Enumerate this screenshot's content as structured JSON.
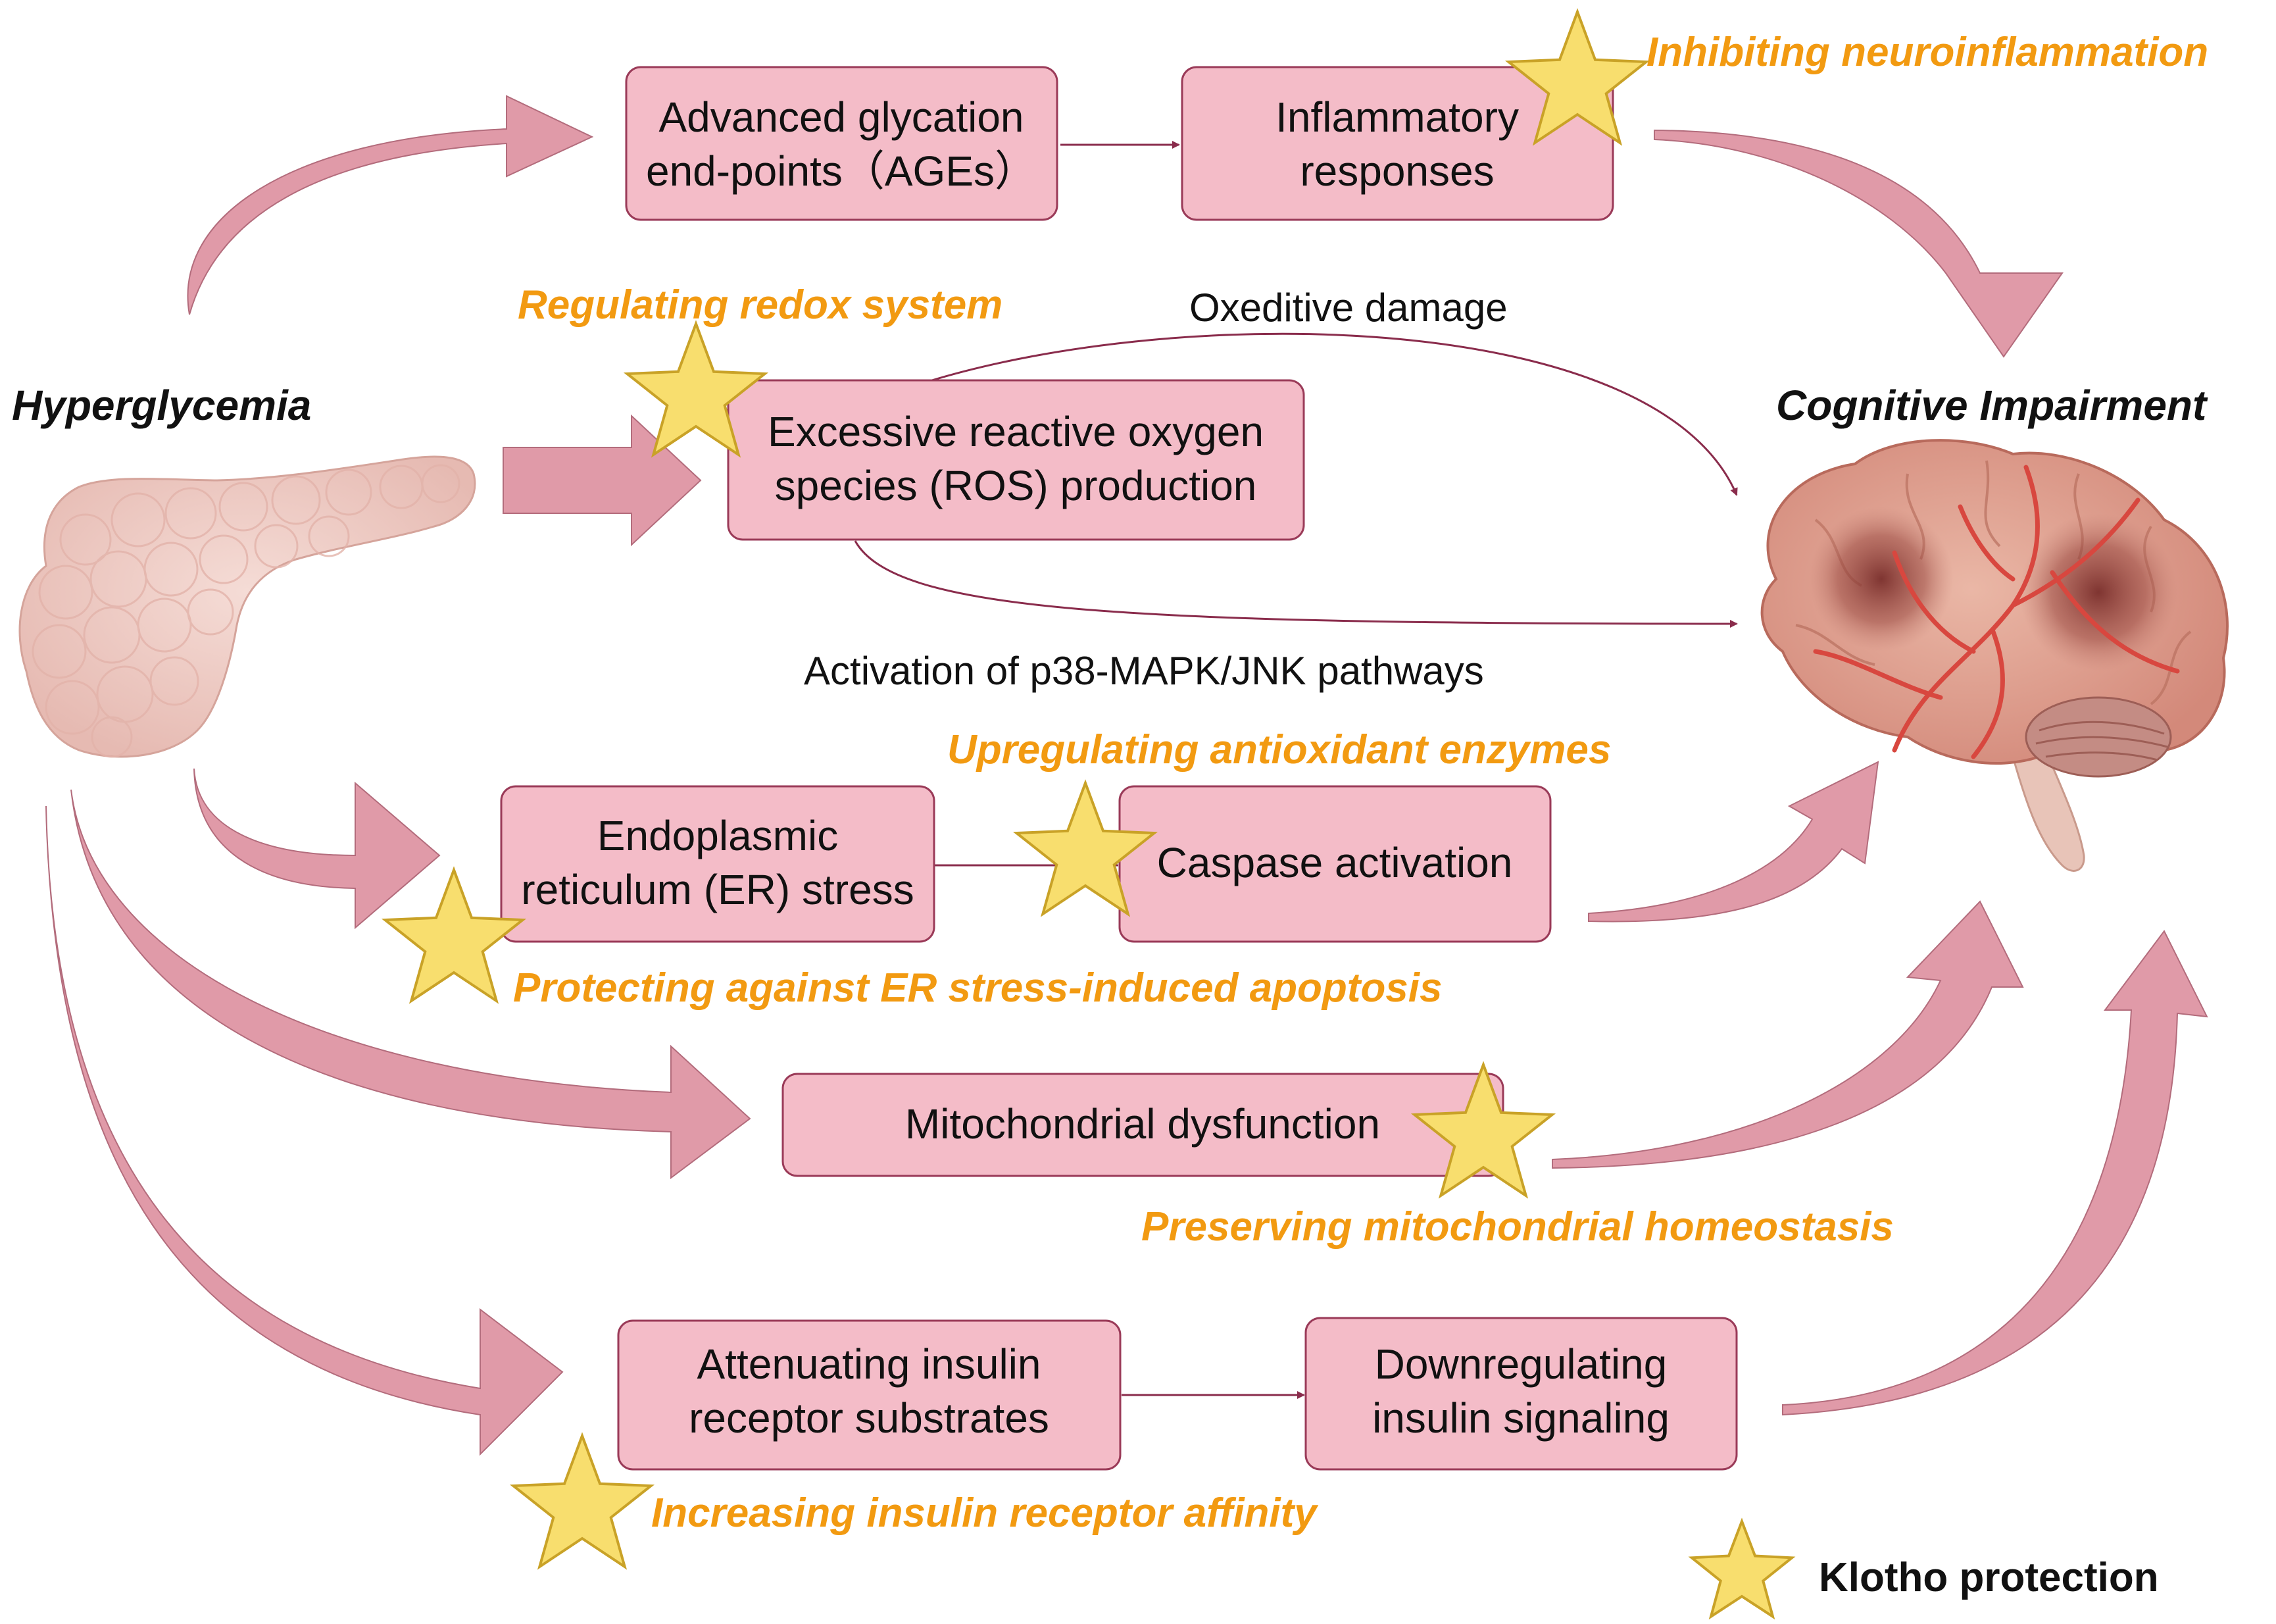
{
  "hyperglycemia_label": "Hyperglycemia",
  "cognitive_label": "Cognitive Impairment",
  "boxes": {
    "ages": [
      "Advanced glycation",
      "end-points（AGEs）"
    ],
    "inflammatory": [
      "Inflammatory",
      "responses"
    ],
    "ros": [
      "Excessive reactive oxygen",
      "species (ROS) production"
    ],
    "er_stress": [
      "Endoplasmic",
      "reticulum (ER) stress"
    ],
    "caspase": [
      "Caspase activation"
    ],
    "mito": [
      "Mitochondrial dysfunction"
    ],
    "irs": [
      "Attenuating insulin",
      "receptor substrates"
    ],
    "insulin_sig": [
      "Downregulating",
      "insulin signaling"
    ]
  },
  "edge_labels": {
    "oxidative": "Oxeditive damage",
    "mapk": "Activation of p38-MAPK/JNK pathways"
  },
  "protections": {
    "neuroinflammation": "Inhibiting neuroinflammation",
    "redox": "Regulating redox system",
    "antioxidant": "Upregulating antioxidant enzymes",
    "er_apoptosis": "Protecting against ER stress-induced apoptosis",
    "mito_homeostasis": "Preserving mitochondrial homeostasis",
    "insulin_affinity": "Increasing insulin receptor affinity"
  },
  "legend": {
    "label": "Klotho protection",
    "icon": "star-icon"
  },
  "colors": {
    "box_fill": "#f4bcc8",
    "box_stroke": "#9a3a58",
    "arrow_fill": "#e09aa8",
    "protection_text": "#f29a11",
    "star_fill": "#f8de6e",
    "star_stroke": "#c9a227"
  }
}
